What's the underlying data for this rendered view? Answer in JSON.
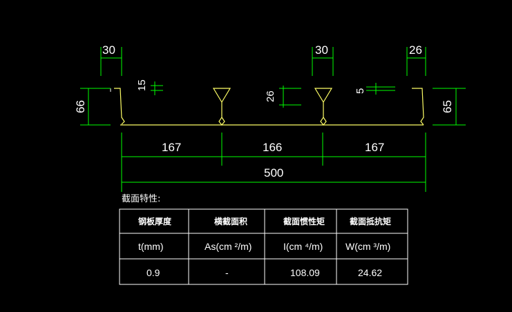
{
  "dimensions": {
    "top_width_left": "30",
    "top_width_mid": "30",
    "top_width_right": "26",
    "rib_15": "15",
    "rib_26": "26",
    "rib_5": "5",
    "height_left": "66",
    "height_right": "65",
    "span_1": "167",
    "span_2": "166",
    "span_3": "167",
    "total": "500"
  },
  "section": {
    "title": "截面特性:",
    "headers": [
      "钢板厚度",
      "横截面积",
      "截面惯性矩",
      "截面抵抗矩"
    ],
    "units": [
      "t(mm)",
      "As(cm ²/m)",
      "I(cm ⁴/m)",
      "W(cm ³/m)"
    ],
    "values": [
      "0.9",
      "-",
      "108.09",
      "24.62"
    ]
  },
  "colors": {
    "background": "#000000",
    "dimension": "#00ff00",
    "profile": "#ffff66",
    "text": "#ffffff"
  }
}
